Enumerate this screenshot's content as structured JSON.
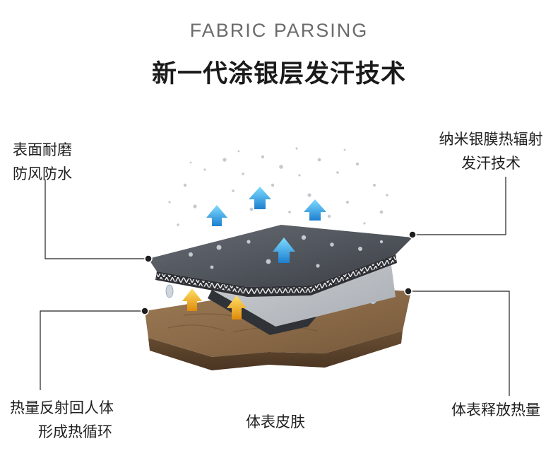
{
  "header": {
    "eyebrow": "FABRIC PARSING",
    "title": "新一代涂银层发汗技术"
  },
  "callouts": {
    "top_left": {
      "line1": "表面耐磨",
      "line2": "防风防水"
    },
    "top_right": {
      "line1": "纳米银膜热辐射",
      "line2": "发汗技术"
    },
    "bottom_left": {
      "line1": "热量反射回人体",
      "line2": "形成热循环"
    },
    "bottom_center": {
      "line1": "体表皮肤"
    },
    "bottom_right": {
      "line1": "体表释放热量"
    }
  },
  "colors": {
    "top_layer": "#4d5158",
    "silver_layer": "#bfc3c8",
    "skin_layer": "#8a6a48",
    "up_arrow_blue": "#2aa6f0",
    "up_arrow_yellow": "#f2b61e",
    "leader_line": "#222222"
  }
}
